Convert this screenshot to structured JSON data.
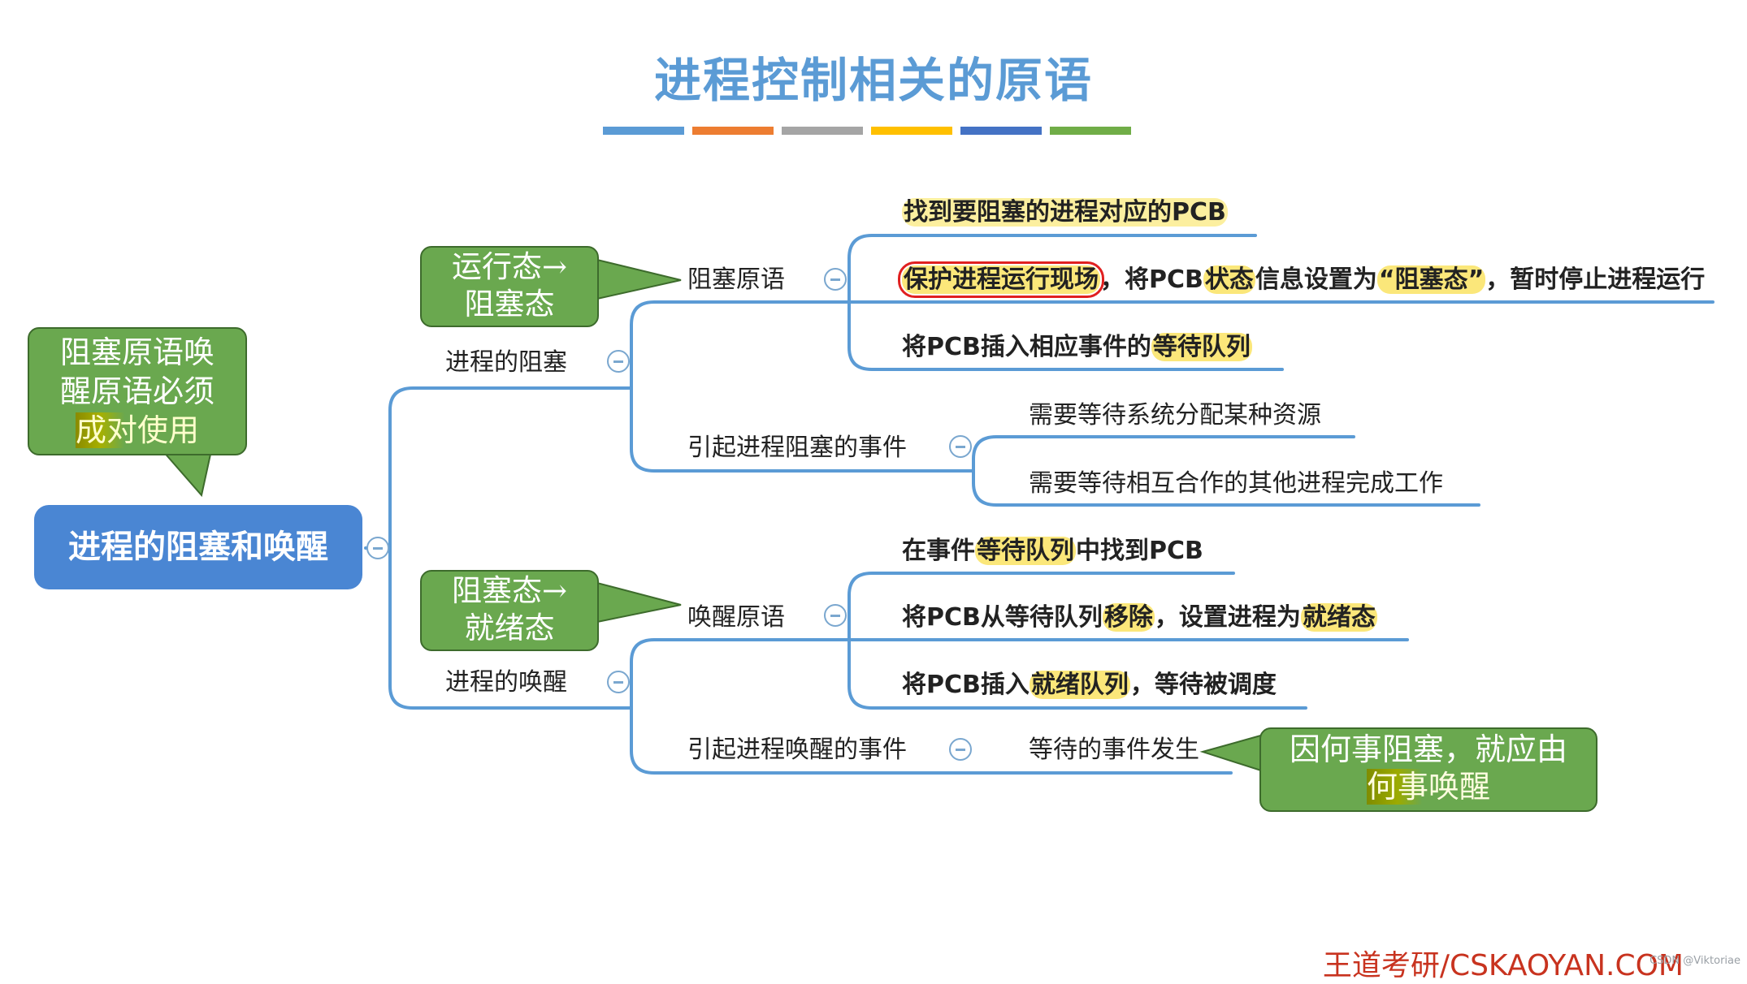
{
  "title": "进程控制相关的原语",
  "color_bar": [
    "#5b9bd5",
    "#ed7d31",
    "#a5a5a5",
    "#ffc000",
    "#4472c4",
    "#70ad47"
  ],
  "root": "进程的阻塞和唤醒",
  "bubbles": {
    "pair_note": [
      "阻塞原语唤",
      "醒原语必须",
      "成对使用"
    ],
    "block_state": [
      "运行态→",
      "阻塞态"
    ],
    "wake_state": [
      "阻塞态→",
      "就绪态"
    ],
    "event_note": [
      "因何事阻塞，就应由",
      "何事唤醒"
    ]
  },
  "block": {
    "label": "进程的阻塞",
    "primitive": {
      "label": "阻塞原语",
      "steps": {
        "s1": "找到要阻塞的进程对应的PCB",
        "s2_hl": "保护进程运行现场",
        "s2_a": "，将PCB",
        "s2_b": "状态",
        "s2_c": "信息设置为",
        "s2_d": "“阻塞态”",
        "s2_e": "，暂时停止进程运行",
        "s3_a": "将PCB插入相应事件的",
        "s3_b": "等待队列"
      }
    },
    "events": {
      "label": "引起进程阻塞的事件",
      "items": [
        "需要等待系统分配某种资源",
        "需要等待相互合作的其他进程完成工作"
      ]
    }
  },
  "wake": {
    "label": "进程的唤醒",
    "primitive": {
      "label": "唤醒原语",
      "steps": {
        "s1_a": "在事件",
        "s1_b": "等待队列",
        "s1_c": "中找到PCB",
        "s2_a": "将PCB从等待队列",
        "s2_b": "移除",
        "s2_c": "，设置进程为",
        "s2_d": "就绪态",
        "s3_a": "将PCB插入",
        "s3_b": "就绪队列",
        "s3_c": "，等待被调度"
      }
    },
    "events": {
      "label": "引起进程唤醒的事件",
      "items": [
        "等待的事件发生"
      ]
    }
  },
  "watermark": "王道考研/CSKAOYAN.COM",
  "watermark_small": "CSDN @Viktoriae"
}
